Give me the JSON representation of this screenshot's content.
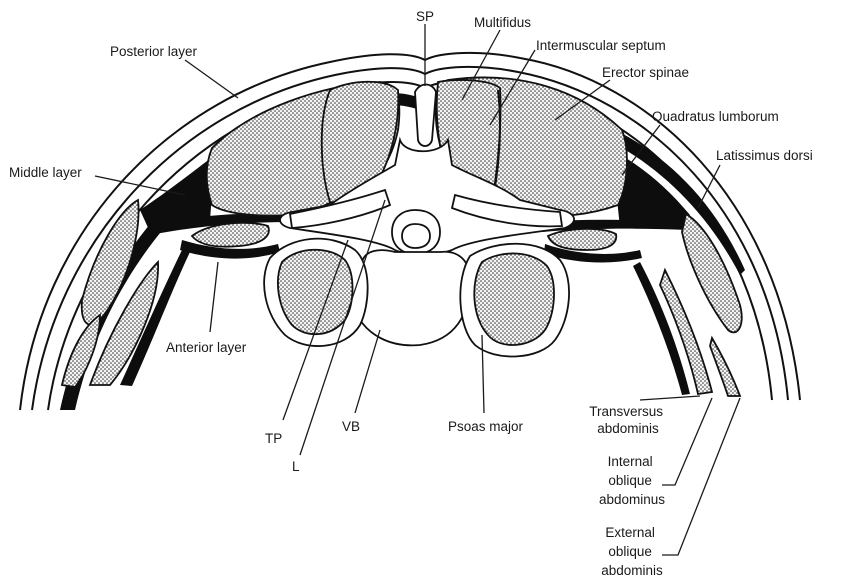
{
  "labels": {
    "sp": "SP",
    "multifidus": "Multifidus",
    "intermuscular_septum": "Intermuscular septum",
    "posterior_layer": "Posterior layer",
    "erector_spinae": "Erector spinae",
    "quadratus_lumborum": "Quadratus lumborum",
    "middle_layer": "Middle layer",
    "latissimus_dorsi": "Latissimus dorsi",
    "anterior_layer": "Anterior layer",
    "tp": "TP",
    "vb": "VB",
    "l": "L",
    "psoas_major": "Psoas major",
    "transversus_abdominis": [
      "Transversus",
      "abdominis"
    ],
    "internal_oblique": [
      "Internal",
      "oblique",
      "abdominus"
    ],
    "external_oblique": [
      "External",
      "oblique",
      "abdominis"
    ]
  }
}
